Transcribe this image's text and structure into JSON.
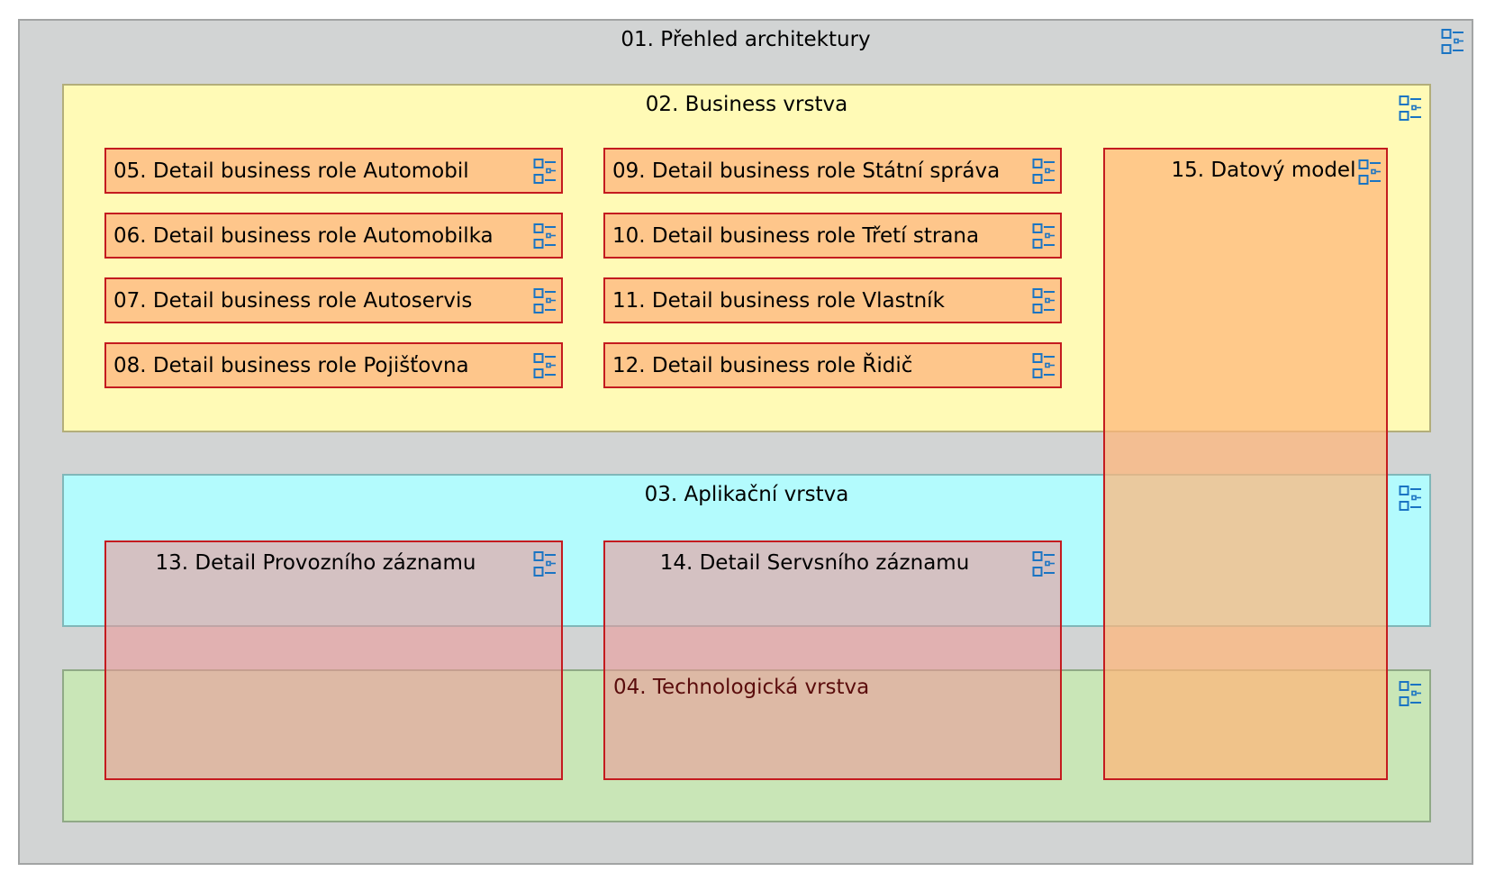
{
  "diagram": {
    "overview_title": "01. Přehled architektury",
    "layers": {
      "business": "02. Business vrstva",
      "application": "03. Aplikační vrstva",
      "technology": "04. Technologická vrstva"
    },
    "business_roles_left": [
      "05. Detail business role Automobil",
      "06. Detail business role Automobilka",
      "07. Detail business role Autoservis",
      "08. Detail business role Pojišťovna"
    ],
    "business_roles_right": [
      "09. Detail business role Státní správa",
      "10. Detail business role Třetí strana",
      "11. Detail business role Vlastník",
      "12. Detail business role Řidič"
    ],
    "records": [
      "13. Detail Provozního záznamu",
      "14. Detail Servsního záznamu"
    ],
    "data_model": "15. Datový model"
  },
  "icon": "view-reference-icon",
  "colors": {
    "icon_blue": "#1a74c3",
    "role_fill": "#fec68b",
    "role_border": "#c41b1f"
  }
}
